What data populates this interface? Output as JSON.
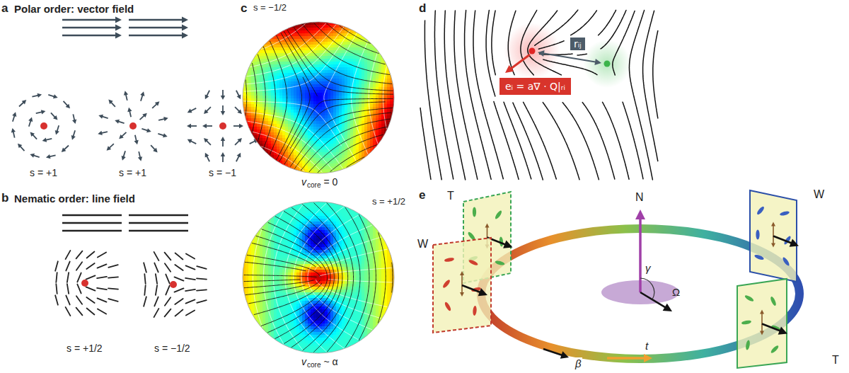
{
  "diagram": {
    "labels": [
      "a",
      "Polar order: vector field",
      "s = +1",
      "s = +1",
      "s = −1",
      "b",
      "Nematic order: line field",
      "s = +1/2",
      "s = −1/2",
      "c",
      "s = −1/2",
      "v",
      "core",
      "= 0",
      "s = +1/2",
      "v",
      "core",
      "~ α",
      "d",
      "rᵢⱼ",
      "eᵢ = a∇ · Q|ᵣᵢ",
      "e",
      "T",
      "W",
      "N",
      "W",
      "γ",
      "Ω",
      "t",
      "β",
      "T"
    ]
  }
}
